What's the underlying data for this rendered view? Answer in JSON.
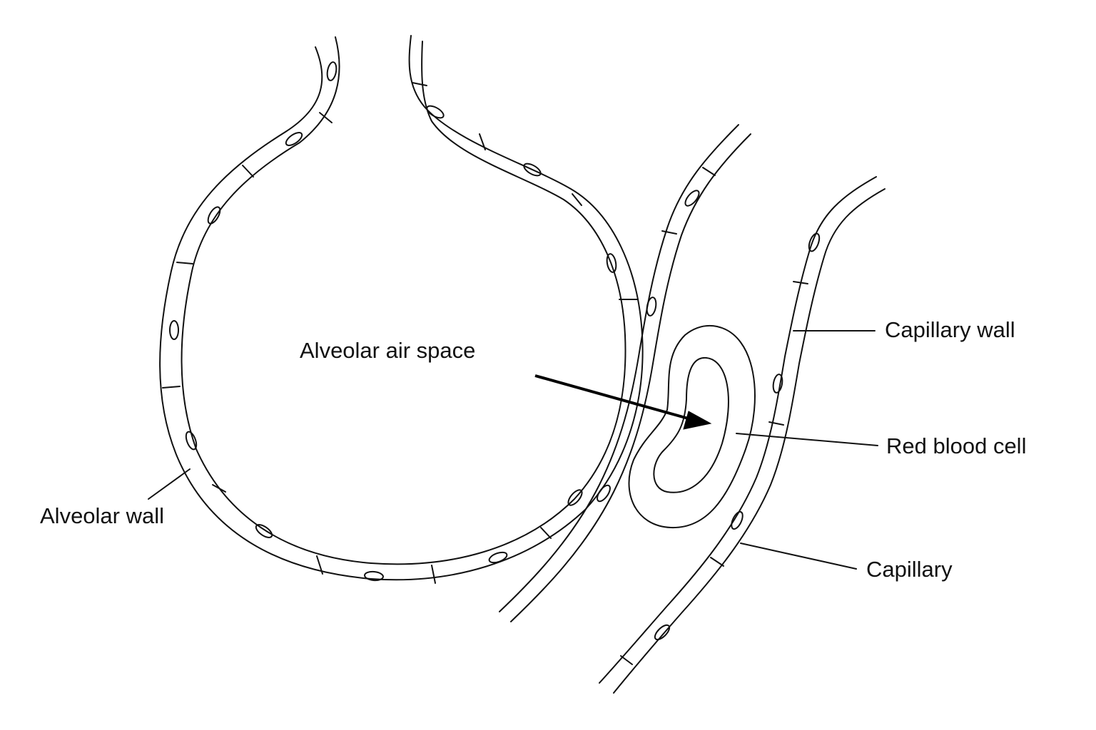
{
  "labels": {
    "alveolar_air_space": "Alveolar air space",
    "alveolar_wall": "Alveolar wall",
    "capillary_wall": "Capillary wall",
    "red_blood_cell": "Red blood cell",
    "capillary": "Capillary"
  },
  "colors": {
    "line": "#111111",
    "background": "#ffffff"
  }
}
